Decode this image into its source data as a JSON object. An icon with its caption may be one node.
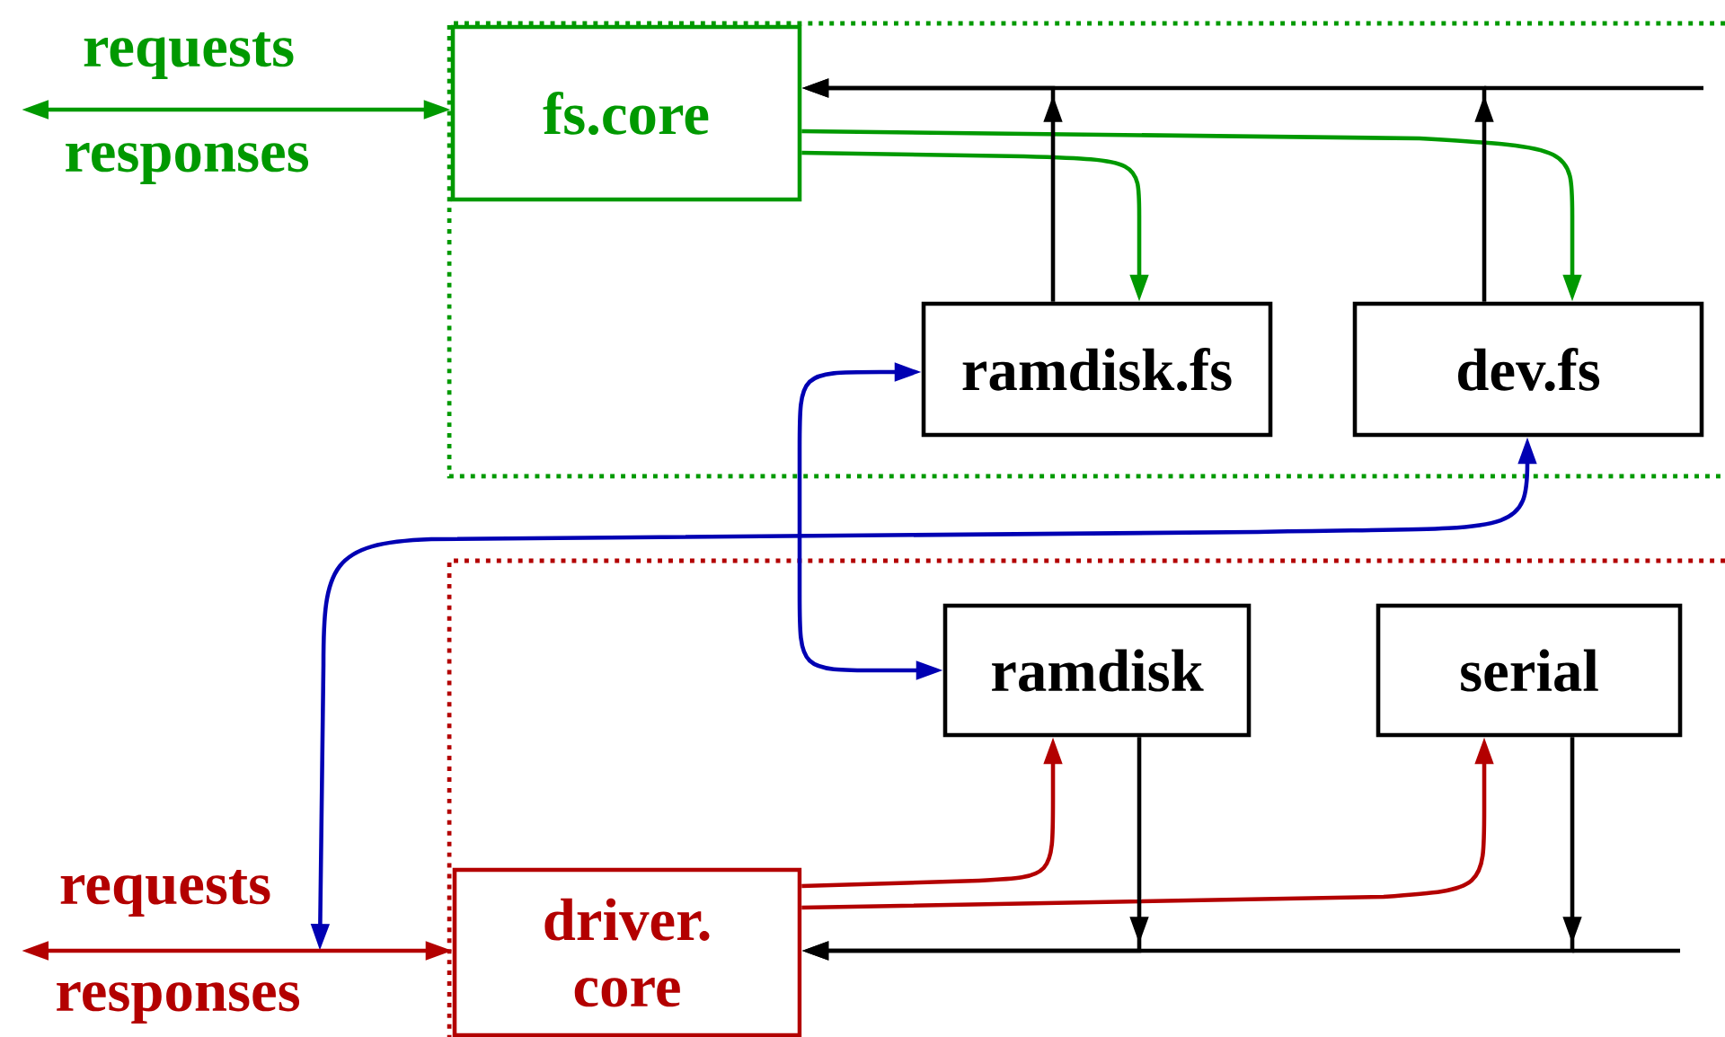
{
  "diagram": {
    "nodes": [
      {
        "text": [],
        "shape": "box"
      },
      {
        "text": [
          "fs.core"
        ],
        "in": 0
      },
      {
        "text": [
          "ramdisk.fs"
        ],
        "in": 0
      },
      {
        "text": [
          "dev.fs"
        ],
        "in": 0
      },
      {
        "text": [],
        "shape": "box"
      },
      {
        "text": [
          "driver. core"
        ],
        "in": 4
      },
      {
        "text": [
          "ramdisk"
        ],
        "in": 4
      },
      {
        "text": [
          "serial"
        ],
        "in": 4
      }
    ],
    "edges": [
      {
        "from": null,
        "to": 1,
        "arrow": "both",
        "color": "#009900"
      },
      {
        "from": 1,
        "to": 2,
        "arrow": "to",
        "color": "#009900"
      },
      {
        "from": 1,
        "to": 3,
        "arrow": "to",
        "color": "#009900"
      },
      {
        "from": 2,
        "to": 1,
        "arrow": "to"
      },
      {
        "from": 3,
        "to": 1,
        "arrow": "to"
      },
      {
        "from": 2,
        "to": 6,
        "arrow": "both",
        "color": "#0000b3"
      },
      {
        "from": 3,
        "to": null,
        "arrow": "both",
        "color": "#0000b3"
      },
      {
        "from": null,
        "to": 5,
        "arrow": "both",
        "color": "#b30000"
      },
      {
        "from": 5,
        "to": 6,
        "arrow": "to",
        "color": "#b30000"
      },
      {
        "from": 5,
        "to": 7,
        "arrow": "to",
        "color": "#b30000"
      },
      {
        "from": 6,
        "to": 5,
        "arrow": "to"
      },
      {
        "from": 7,
        "to": 5,
        "arrow": "to"
      }
    ],
    "labels": [
      "requests",
      "responses",
      "requests",
      "responses"
    ]
  }
}
